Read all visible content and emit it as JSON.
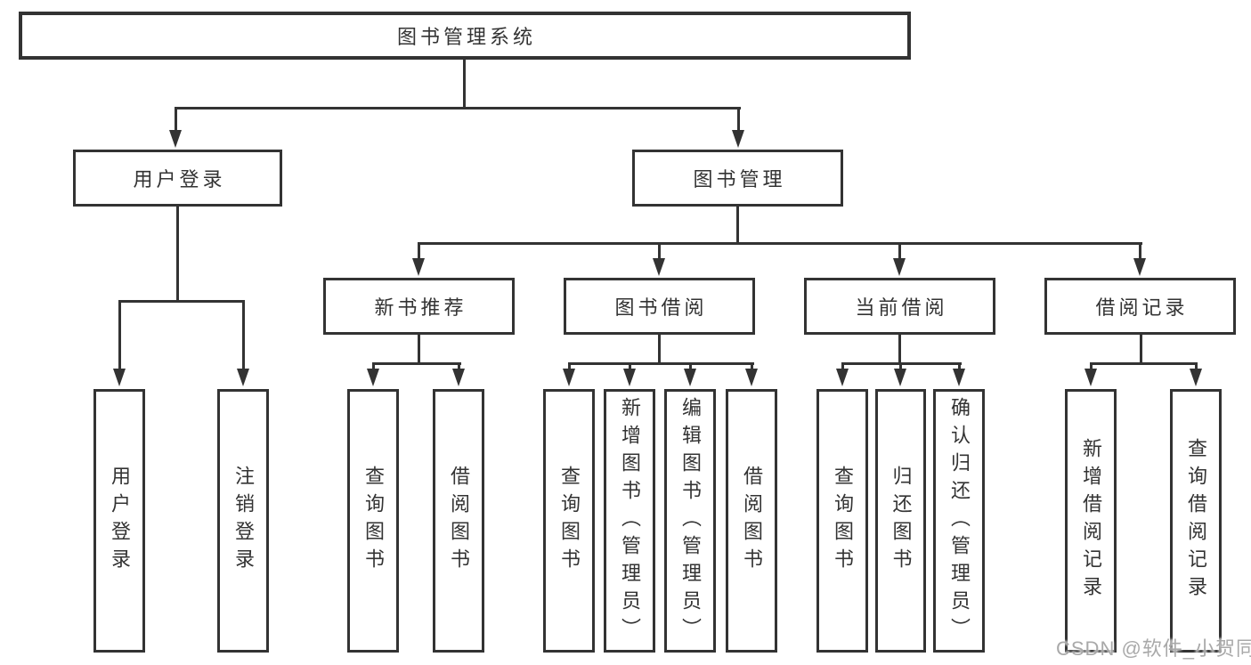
{
  "tree": {
    "root": {
      "label": "图书管理系统"
    },
    "user_login": {
      "label": "用户登录",
      "children": [
        {
          "label": "用户登录"
        },
        {
          "label": "注销登录"
        }
      ]
    },
    "book_management": {
      "label": "图书管理",
      "sections": [
        {
          "label": "新书推荐",
          "children": [
            {
              "label": "查询图书"
            },
            {
              "label": "借阅图书"
            }
          ]
        },
        {
          "label": "图书借阅",
          "children": [
            {
              "label": "查询图书"
            },
            {
              "label": "新增图书（管理员）"
            },
            {
              "label": "编辑图书（管理员）"
            },
            {
              "label": "借阅图书"
            }
          ]
        },
        {
          "label": "当前借阅",
          "children": [
            {
              "label": "查询图书"
            },
            {
              "label": "归还图书"
            },
            {
              "label": "确认归还（管理员）"
            }
          ]
        },
        {
          "label": "借阅记录",
          "children": [
            {
              "label": "新增借阅记录"
            },
            {
              "label": "查询借阅记录"
            }
          ]
        }
      ]
    }
  },
  "watermark": {
    "text": "CSDN @软件_小贺同学"
  },
  "colors": {
    "line": "#333333",
    "box_border": "#333333",
    "text": "#333333",
    "background": "#ffffff",
    "watermark": "#a4a4a4"
  }
}
